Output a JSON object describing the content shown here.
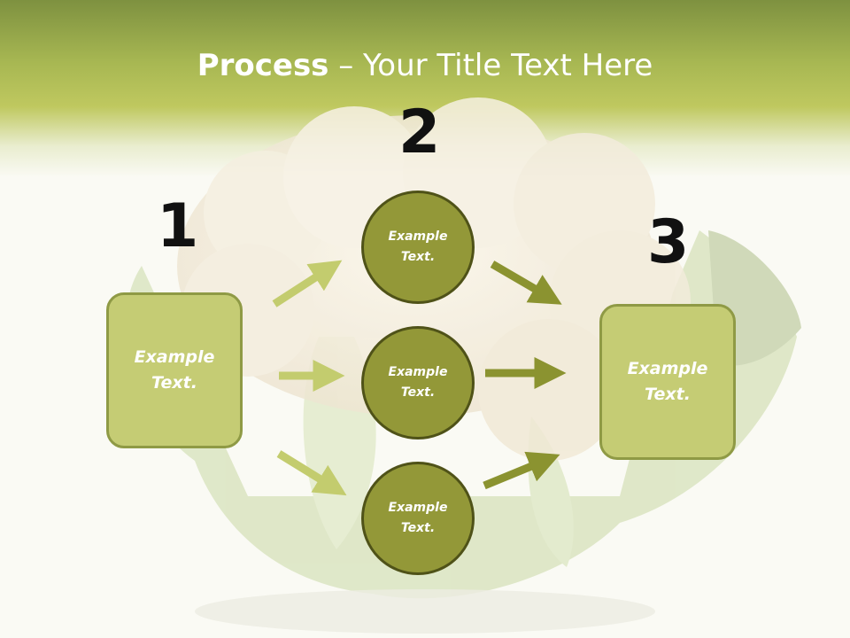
{
  "slide": {
    "title_bold": "Process",
    "title_rest": " – Your Title Text Here"
  },
  "steps": {
    "one": {
      "number": "1",
      "text": "Example Text."
    },
    "two": {
      "number": "2",
      "circles": [
        "Example Text.",
        "Example Text.",
        "Example Text."
      ]
    },
    "three": {
      "number": "3",
      "text": "Example Text."
    }
  },
  "colors": {
    "header_dark": "#7e9140",
    "header_light": "#bfc85f",
    "box_fill": "#c5cc74",
    "circle_fill": "#939838",
    "arrow_light": "#c3cc6e",
    "arrow_dark": "#8b9330"
  },
  "background_image": "cauliflower-photo"
}
